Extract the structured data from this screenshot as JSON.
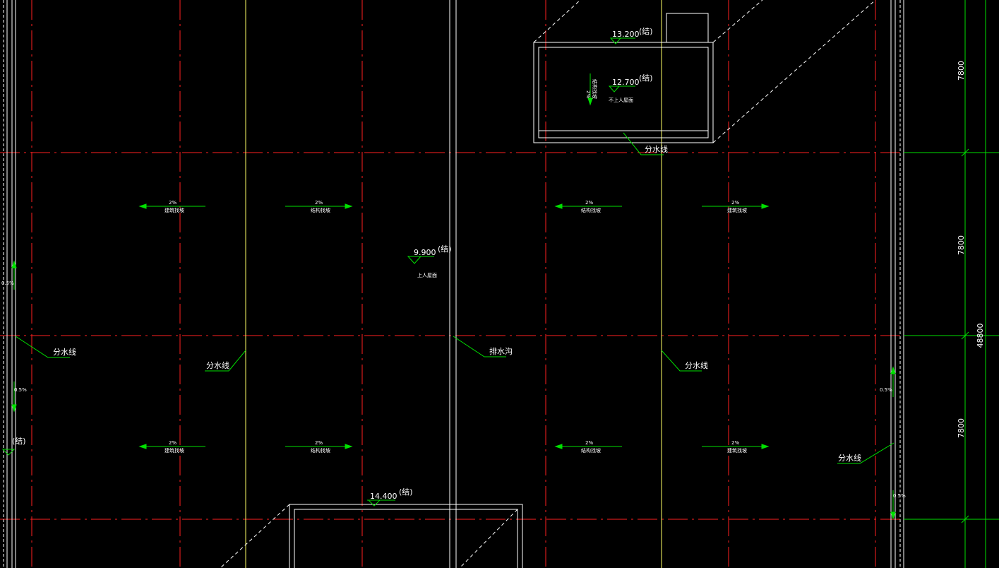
{
  "colors": {
    "background": "#000000",
    "axis_red": "#ff2020",
    "line_yellow": "#ffff66",
    "line_white": "#ffffff",
    "annot_green": "#00e000"
  },
  "elevations": {
    "top_box": "13.200",
    "inner_box": "12.700",
    "main_roof": "9.900",
    "bottom_box": "14.400",
    "struct_tag": "(结)"
  },
  "roof_notes": {
    "main": "上人屋面",
    "inner": "不上人屋面"
  },
  "labels": {
    "ridge": "分水线",
    "gutter": "排水沟"
  },
  "slopes": {
    "main": "2%",
    "edge": "0.5%",
    "fill_note_a": "建筑找坡",
    "fill_note_b": "结构找坡"
  },
  "dimensions": {
    "bay_1": "7800",
    "bay_2": "7800",
    "bay_3": "7800",
    "total": "48800"
  }
}
